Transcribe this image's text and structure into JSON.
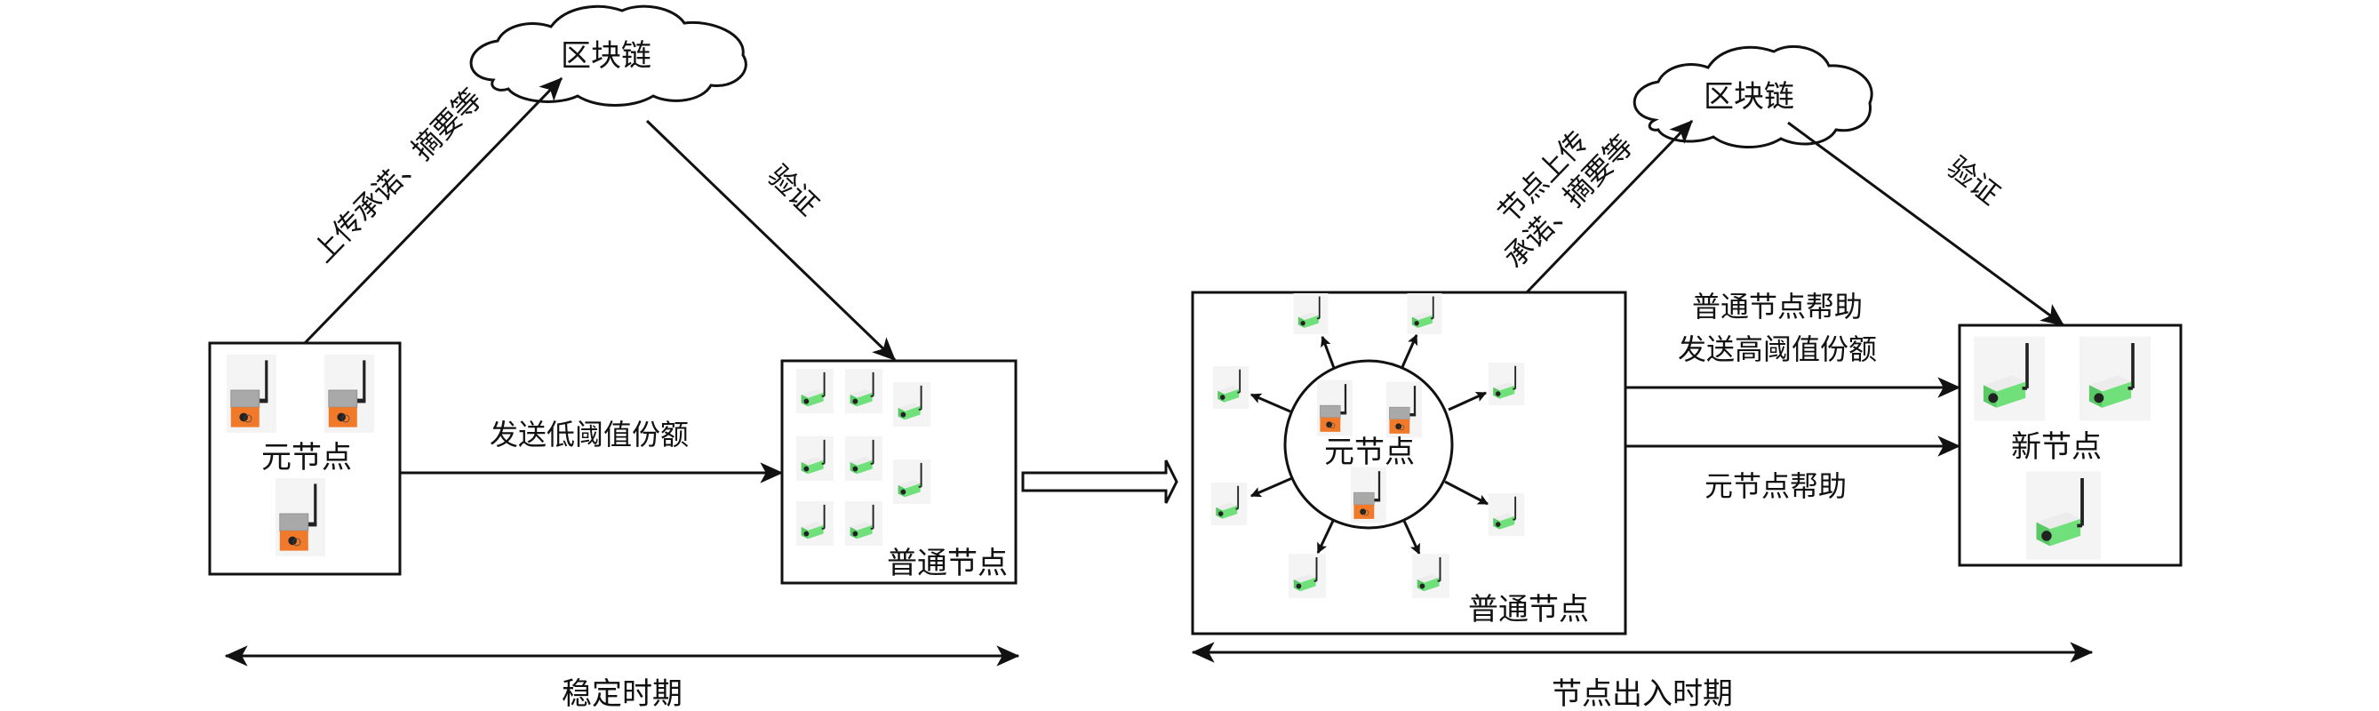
{
  "colors": {
    "stroke": "#111111",
    "meta_node_orange": "#f07a2a",
    "meta_node_top": "#a9a9a9",
    "normal_node_green": "#6fe07a",
    "normal_node_top": "#e6e6e6",
    "icon_bg": "#f4f4f4"
  },
  "stable_period": {
    "blockchain_label": "区块链",
    "upload_label": "上传承诺、摘要等",
    "verify_label": "验证",
    "meta_nodes_label": "元节点",
    "send_label": "发送低阈值份额",
    "normal_nodes_label": "普通节点",
    "period_label": "稳定时期",
    "meta_node_count": 3,
    "normal_node_count": 8
  },
  "churn_period": {
    "blockchain_label": "区块链",
    "upload_label_line1": "节点上传",
    "upload_label_line2": "承诺、摘要等",
    "verify_label": "验证",
    "meta_nodes_label": "元节点",
    "normal_nodes_label": "普通节点",
    "normal_help_line1": "普通节点帮助",
    "normal_help_line2": "发送高阈值份额",
    "meta_help_label": "元节点帮助",
    "new_nodes_label": "新节点",
    "period_label": "节点出入时期",
    "meta_node_count": 3,
    "normal_node_count": 8,
    "new_node_count": 3
  },
  "transition": {
    "icon": "hollow-right-arrow"
  }
}
